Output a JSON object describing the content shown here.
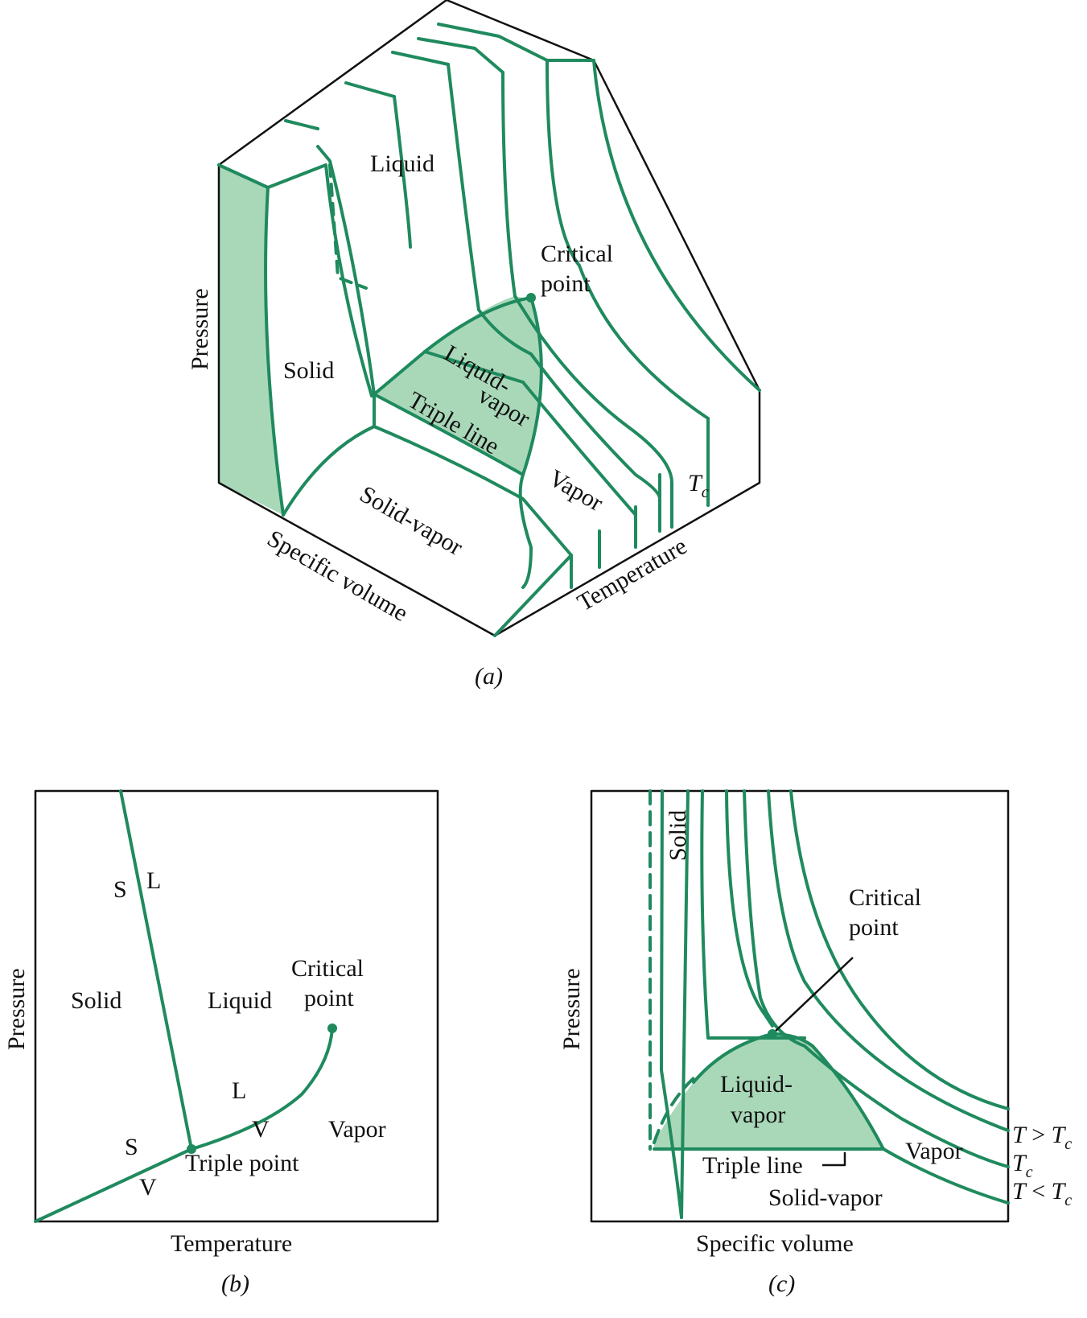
{
  "colors": {
    "curve": "#1f8a5e",
    "fill": "#a9d8b9",
    "outline": "#111111"
  },
  "panel_a": {
    "caption": "(a)",
    "axes": {
      "pressure": "Pressure",
      "specific_volume": "Specific volume",
      "temperature": "Temperature"
    },
    "regions": {
      "liquid": "Liquid",
      "solid": "Solid",
      "liquid_vapor_1": "Liquid-",
      "liquid_vapor_2": "vapor",
      "triple_line": "Triple line",
      "vapor": "Vapor",
      "solid_vapor": "Solid-vapor"
    },
    "critical_point_1": "Critical",
    "critical_point_2": "point",
    "tc": "T",
    "tc_sub": "c"
  },
  "panel_b": {
    "caption": "(b)",
    "axes": {
      "x": "Temperature",
      "y": "Pressure"
    },
    "regions": {
      "solid": "Solid",
      "liquid": "Liquid",
      "vapor": "Vapor"
    },
    "phase_marks": {
      "s1": "S",
      "l1": "L",
      "l2": "L",
      "v1": "V",
      "s2": "S",
      "v2": "V"
    },
    "critical_point_1": "Critical",
    "critical_point_2": "point",
    "triple_point": "Triple point"
  },
  "panel_c": {
    "caption": "(c)",
    "axes": {
      "x": "Specific volume",
      "y": "Pressure"
    },
    "regions": {
      "solid": "Solid",
      "liquid_vapor_1": "Liquid-",
      "liquid_vapor_2": "vapor",
      "vapor": "Vapor",
      "solid_vapor": "Solid-vapor"
    },
    "critical_point_1": "Critical",
    "critical_point_2": "point",
    "triple_line": "Triple line",
    "isotherms": {
      "above_t": "T",
      "above_rel": " > ",
      "above_tc": "T",
      "critical_t": "T",
      "below_t": "T",
      "below_rel": " < ",
      "below_tc": "T",
      "sub": "c"
    }
  }
}
